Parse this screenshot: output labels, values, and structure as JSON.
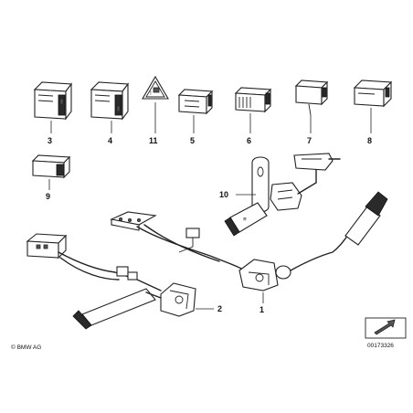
{
  "callouts": {
    "p1": "1",
    "p2": "2",
    "p3": "3",
    "p4": "4",
    "p5": "5",
    "p6": "6",
    "p7": "7",
    "p8": "8",
    "p9": "9",
    "p10": "10",
    "p11": "11"
  },
  "copyright": "© BMW AG",
  "diagram_number": "00173326"
}
